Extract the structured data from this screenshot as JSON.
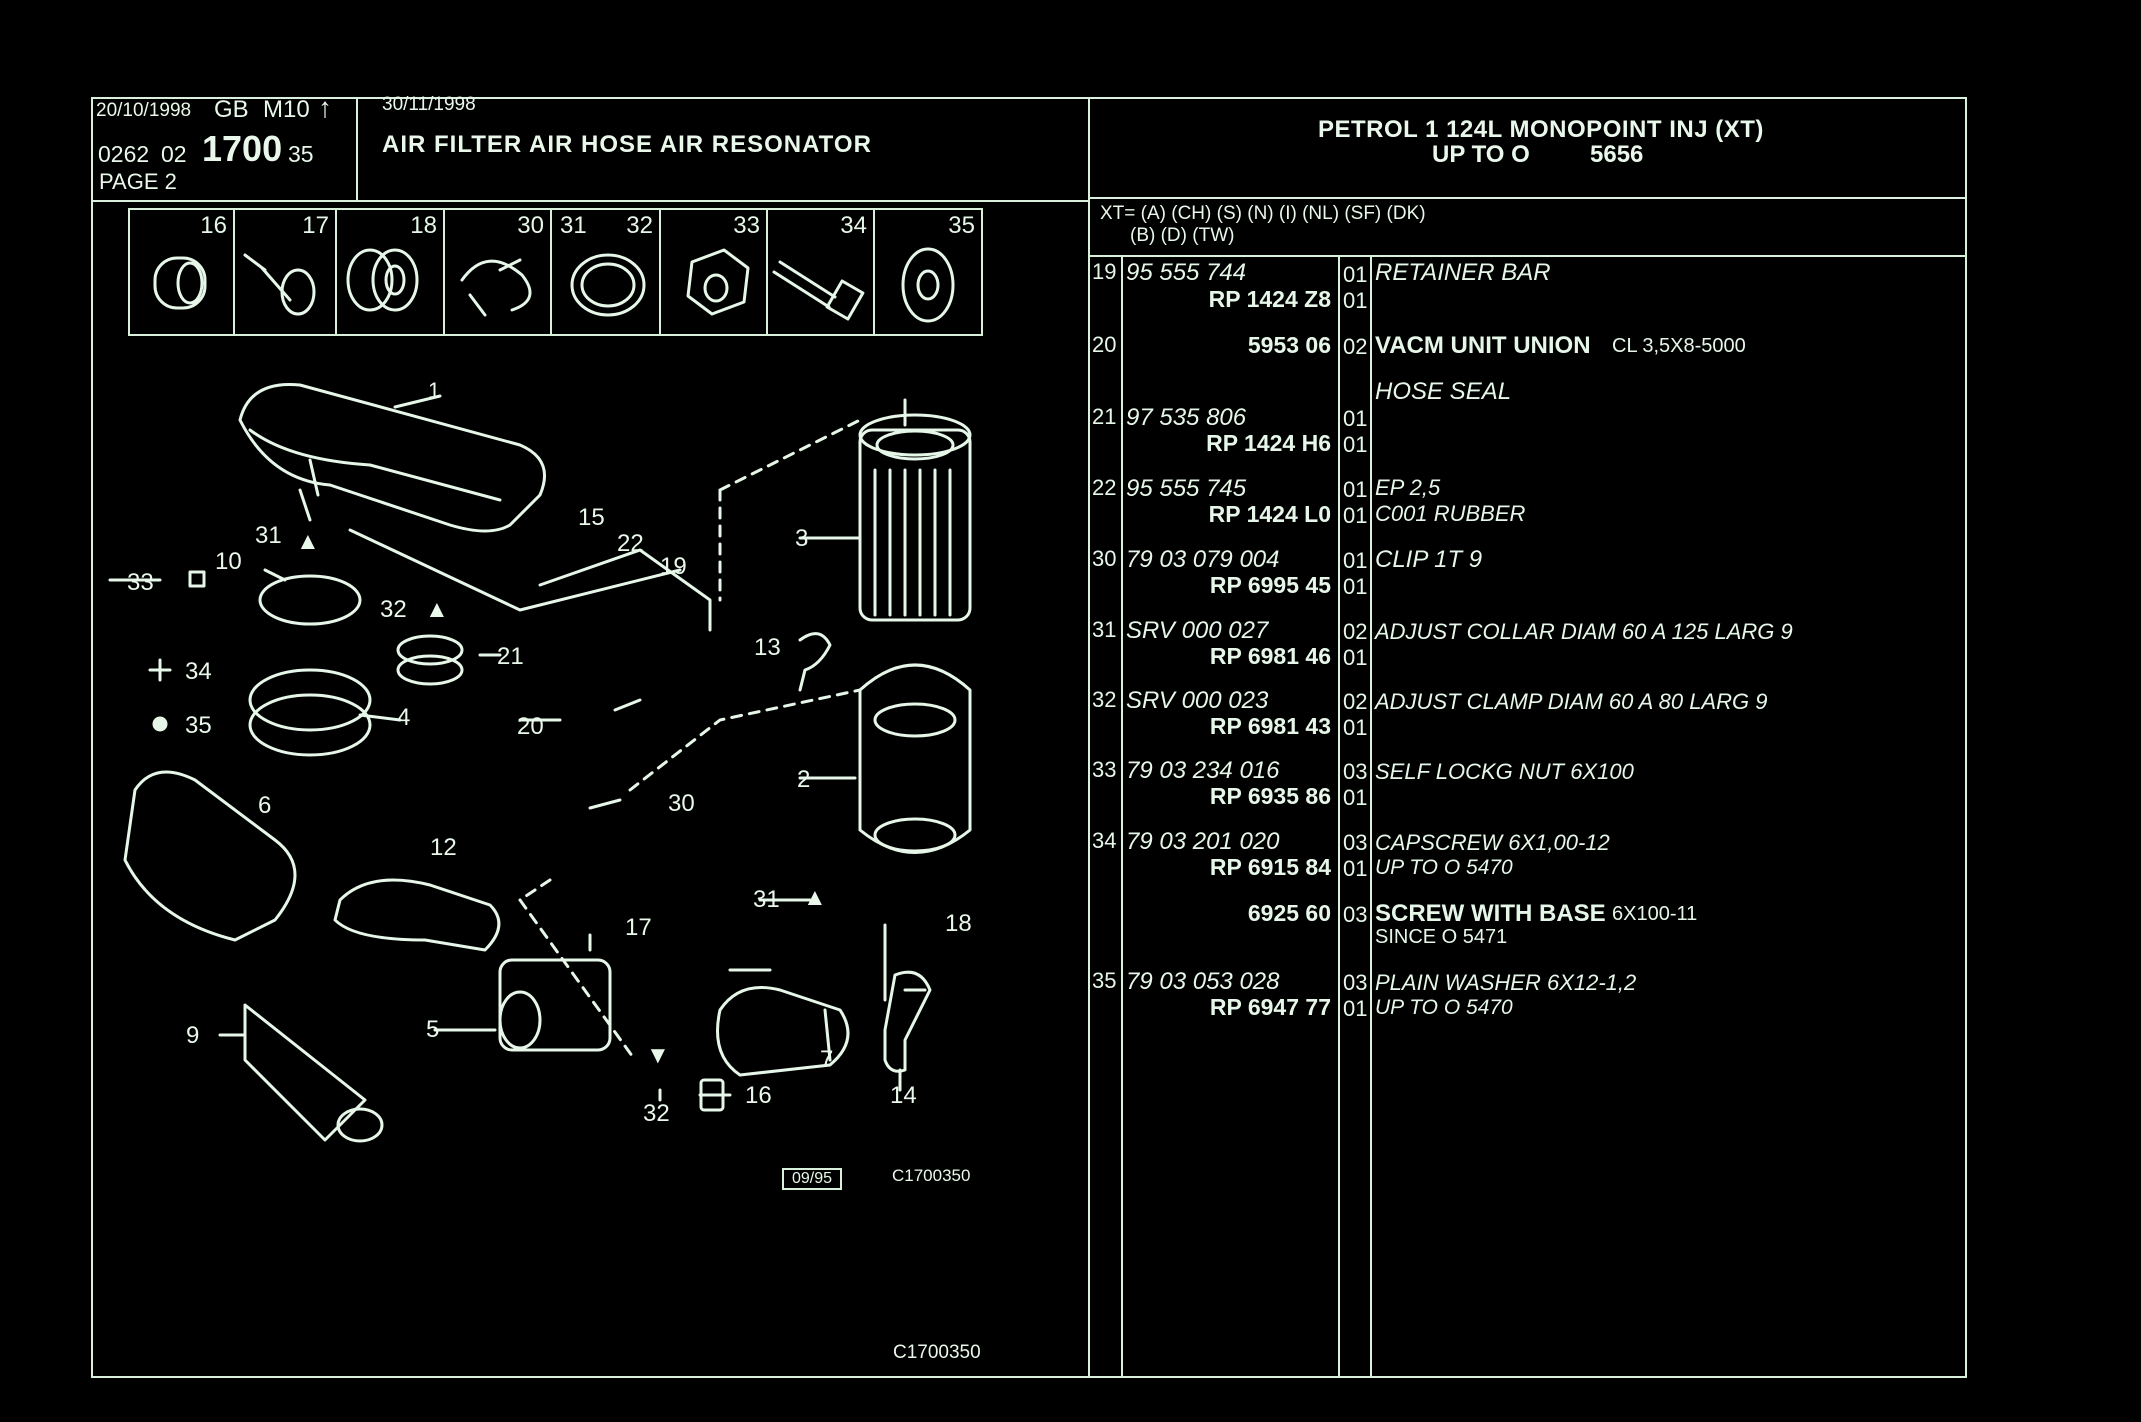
{
  "header": {
    "date_left": "20/10/1998",
    "region": "GB",
    "model": "M10",
    "ref_prefix": "0262",
    "ref_mid": "02",
    "ref_main": "1700",
    "ref_suffix": "35",
    "page": "PAGE 2",
    "date_right": "30/11/1998",
    "title": "AIR FILTER AIR HOSE AIR RESONATOR",
    "engine_line1": "PETROL 1 124L MONOPOINT INJ (XT)",
    "engine_line2_a": "UP  TO  O",
    "engine_line2_b": "5656",
    "xt_line1": "XT=  (A) (CH) (S) (N) (I) (NL) (SF) (DK)",
    "xt_line2": "(B) (D) (TW)"
  },
  "part_cells": [
    "16",
    "17",
    "18",
    "30",
    "31",
    "32",
    "33",
    "34",
    "35"
  ],
  "callouts": [
    "1",
    "2",
    "3",
    "4",
    "5",
    "6",
    "7",
    "9",
    "10",
    "12",
    "13",
    "14",
    "15",
    "16",
    "17",
    "18",
    "19",
    "20",
    "21",
    "22",
    "30",
    "31",
    "31",
    "31",
    "32",
    "32",
    "33",
    "34",
    "35"
  ],
  "diagram": {
    "stamp": "09/95",
    "code_small": "C1700350",
    "code_bottom": "C1700350"
  },
  "parts": [
    {
      "idx": "19",
      "ref": "95 555 744",
      "rp": "RP  1424  Z8",
      "qty1": "01",
      "qty2": "01",
      "desc": "RETAINER BAR",
      "desc2": ""
    },
    {
      "idx": "20",
      "ref": "",
      "rp": "5953  06",
      "qty1": "02",
      "qty2": "",
      "desc": "VACM UNIT UNION",
      "desc_extra": "CL 3,5X8-5000",
      "desc2": ""
    },
    {
      "idx": "",
      "ref": "",
      "rp": "",
      "qty1": "",
      "qty2": "",
      "desc": "HOSE SEAL",
      "desc2": ""
    },
    {
      "idx": "21",
      "ref": "97 535 806",
      "rp": "RP  1424  H6",
      "qty1": "01",
      "qty2": "01",
      "desc": "",
      "desc2": ""
    },
    {
      "idx": "22",
      "ref": "95 555 745",
      "rp": "RP  1424  L0",
      "qty1": "01",
      "qty2": "01",
      "desc": "EP 2,5",
      "desc2": "C001 RUBBER"
    },
    {
      "idx": "30",
      "ref": "79 03 079 004",
      "rp": "RP  6995  45",
      "qty1": "01",
      "qty2": "01",
      "desc": "CLIP 1T 9",
      "desc2": ""
    },
    {
      "idx": "31",
      "ref": "SRV 000 027",
      "rp": "RP  6981  46",
      "qty1": "02",
      "qty2": "01",
      "desc": "ADJUST COLLAR DIAM 60 A 125 LARG 9",
      "desc2": ""
    },
    {
      "idx": "32",
      "ref": "SRV 000 023",
      "rp": "RP  6981  43",
      "qty1": "02",
      "qty2": "01",
      "desc": "ADJUST CLAMP DIAM 60 A 80 LARG 9",
      "desc2": ""
    },
    {
      "idx": "33",
      "ref": "79 03 234 016",
      "rp": "RP  6935  86",
      "qty1": "03",
      "qty2": "01",
      "desc": "SELF LOCKG NUT 6X100",
      "desc2": ""
    },
    {
      "idx": "34",
      "ref": "79 03 201 020",
      "rp": "RP  6915  84",
      "qty1": "03",
      "qty2": "01",
      "desc": "CAPSCREW 6X1,00-12",
      "desc2": "UP  TO  O  5470"
    },
    {
      "idx": "",
      "ref": "",
      "rp": "6925  60",
      "qty1": "03",
      "qty2": "",
      "desc": "SCREW WITH BASE",
      "desc_extra": "6X100-11",
      "desc2": "SINCE  O  5471"
    },
    {
      "idx": "35",
      "ref": "79 03 053 028",
      "rp": "RP  6947  77",
      "qty1": "03",
      "qty2": "01",
      "desc": "PLAIN WASHER 6X12-1,2",
      "desc2": "UP  TO  O  5470"
    }
  ]
}
